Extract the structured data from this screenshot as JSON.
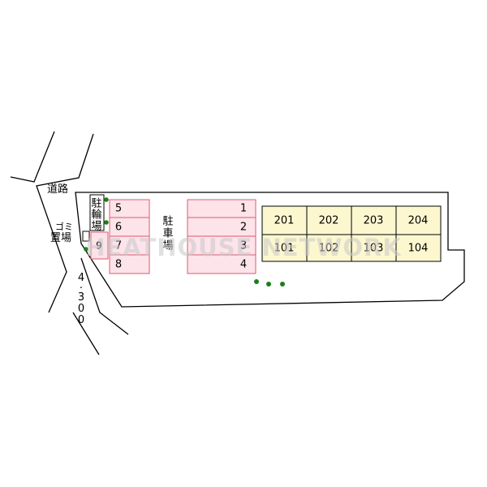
{
  "labels": {
    "road": "道路",
    "garbage_1": "ゴミ",
    "garbage_2": "置場",
    "bicycle_1": "駐",
    "bicycle_2": "輪",
    "bicycle_3": "場",
    "parking_1": "駐",
    "parking_2": "車",
    "parking_3": "場",
    "road_width_1": "4",
    "road_width_2": ".",
    "road_width_3": "3",
    "road_width_4": "0",
    "road_width_5": "0"
  },
  "spaces_left": [
    "5",
    "6",
    "7",
    "8"
  ],
  "space_9": "9",
  "spaces_center": [
    "1",
    "2",
    "3",
    "4"
  ],
  "units_upper": [
    "201",
    "202",
    "203",
    "204"
  ],
  "units_lower": [
    "101",
    "102",
    "103",
    "104"
  ],
  "watermark": "HEATHOUSE NETWORK",
  "colors": {
    "parking_fill": "#fde3ea",
    "parking_border": "#e05a6e",
    "unit_fill": "#fcf7cf",
    "tree": "#1c7d1c",
    "line": "#000000"
  }
}
